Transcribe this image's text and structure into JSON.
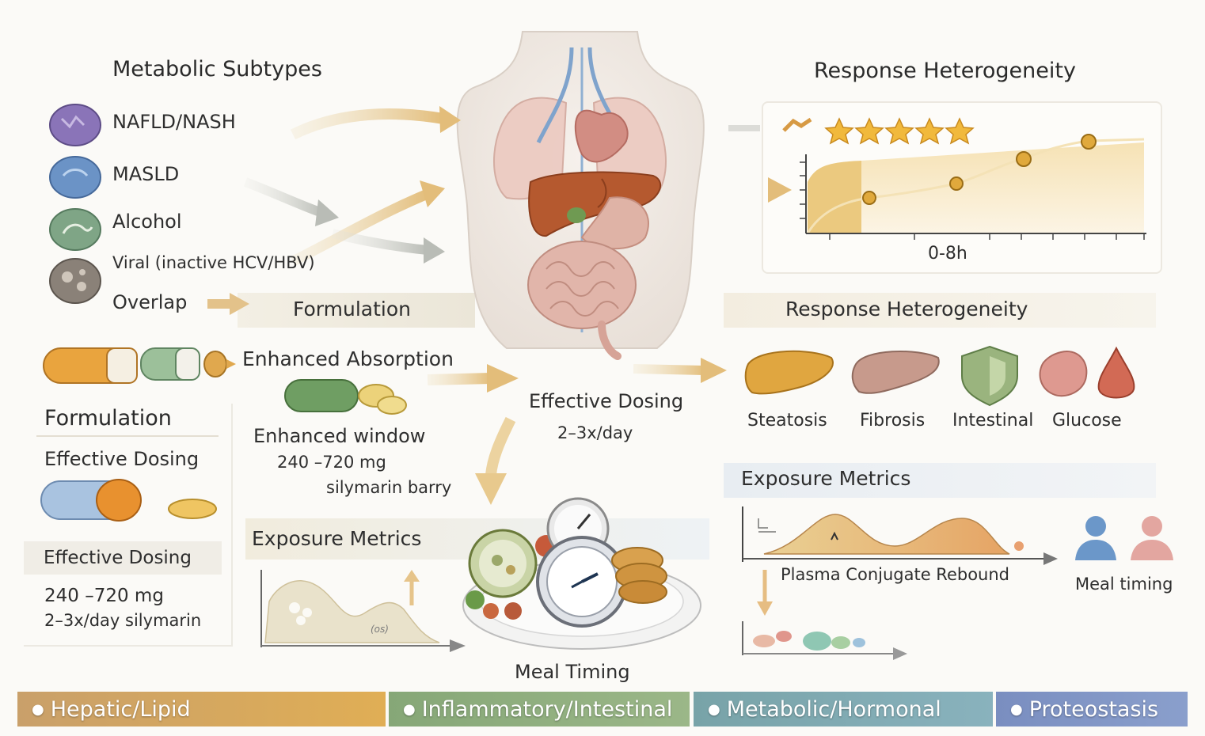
{
  "subtypes": {
    "title": "Metabolic Subtypes",
    "items": [
      {
        "label": "NAFLD/NASH",
        "color": "#8a74b8"
      },
      {
        "label": "MASLD",
        "color": "#6b93c6"
      },
      {
        "label": "Alcohol",
        "color": "#7fa586"
      },
      {
        "label": "Viral (inactive HCV/HBV)",
        "color": "#8a8178"
      }
    ],
    "overlap": "Overlap"
  },
  "formulation_band": "Formulation",
  "enhanced_absorption": "Enhanced Absorption",
  "enhanced_window": {
    "label": "Enhanced window",
    "dose": "240 –720 mg",
    "note": "silymarin barry"
  },
  "left_panel": {
    "title": "Formulation",
    "effective_dosing_1": "Effective Dosing",
    "effective_dosing_2": "Effective Dosing",
    "dose": "240 –720 mg",
    "freq": "2–3x/day  silymarin"
  },
  "center_dosing": {
    "label": "Effective Dosing",
    "freq": "2–3x/day"
  },
  "exposure_left": {
    "title": "Exposure Metrics",
    "tag": "(os)"
  },
  "meal_timing_center": "Meal Timing",
  "response_top": {
    "title": "Response Heterogeneity",
    "axis_label": "0-8h",
    "stars": 5
  },
  "response_band": "Response Heterogeneity",
  "outcomes": [
    {
      "label": "Steatosis",
      "color": "#e0a640"
    },
    {
      "label": "Fibrosis",
      "color": "#c79a8c"
    },
    {
      "label": "Intestinal",
      "color": "#9ab47e"
    },
    {
      "label": "Glucose",
      "color": "#d26a55"
    }
  ],
  "exposure_right": {
    "title": "Exposure Metrics",
    "curve_label": "Plasma Conjugate Rebound",
    "meal_label": "Meal timing"
  },
  "footer": [
    {
      "label": "Hepatic/Lipid",
      "color": "#d8a85a"
    },
    {
      "label": "Inflammatory/Intestinal",
      "color": "#8fae7d"
    },
    {
      "label": "Metabolic/Hormonal",
      "color": "#7fa8b0"
    },
    {
      "label": "Proteostasis",
      "color": "#7f95c4"
    }
  ]
}
